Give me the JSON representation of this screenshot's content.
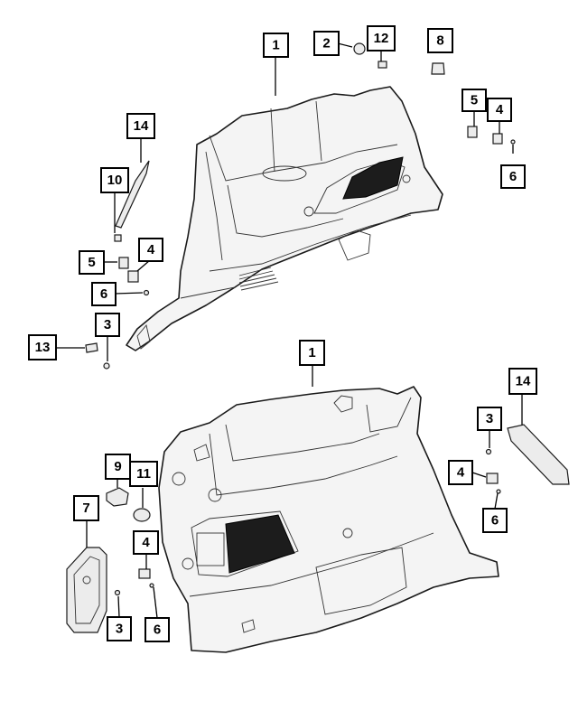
{
  "callouts_upper": [
    "1",
    "2",
    "12",
    "8",
    "14",
    "5",
    "4",
    "6",
    "10",
    "5",
    "4",
    "6",
    "3",
    "13"
  ],
  "callouts_lower": [
    "1",
    "14",
    "3",
    "9",
    "11",
    "4",
    "7",
    "4",
    "6",
    "3",
    "6"
  ],
  "colors": {
    "line": "#1a1a1a",
    "panel_fill": "#f4f4f4",
    "speaker_grille": "#1c1c1c"
  }
}
